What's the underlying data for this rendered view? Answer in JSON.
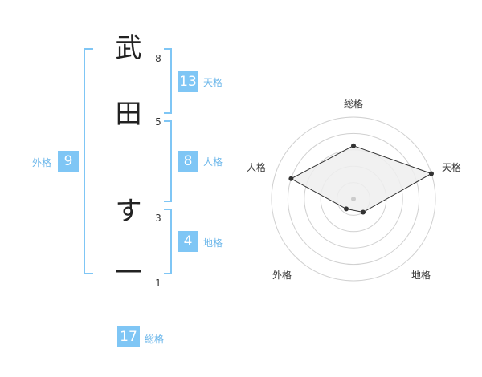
{
  "name_chars": [
    {
      "char": "武",
      "strokes": "8"
    },
    {
      "char": "田",
      "strokes": "5"
    },
    {
      "char": "す",
      "strokes": "3"
    },
    {
      "char": "一",
      "strokes": "1"
    }
  ],
  "kakusu": {
    "tenkaku": {
      "value": "13",
      "label": "天格"
    },
    "jinkaku": {
      "value": "8",
      "label": "人格"
    },
    "chikaku": {
      "value": "4",
      "label": "地格"
    },
    "gaikaku": {
      "value": "9",
      "label": "外格"
    },
    "soukaku": {
      "value": "17",
      "label": "総格"
    }
  },
  "chart_data": {
    "type": "radar",
    "axes": [
      "総格",
      "天格",
      "地格",
      "外格",
      "人格"
    ],
    "values": [
      0.65,
      1.0,
      0.2,
      0.15,
      0.8
    ],
    "rings": 5,
    "colors": {
      "fill": "#efefef",
      "line": "#333333",
      "ring": "#d0d0d0",
      "point": "#333333"
    }
  }
}
